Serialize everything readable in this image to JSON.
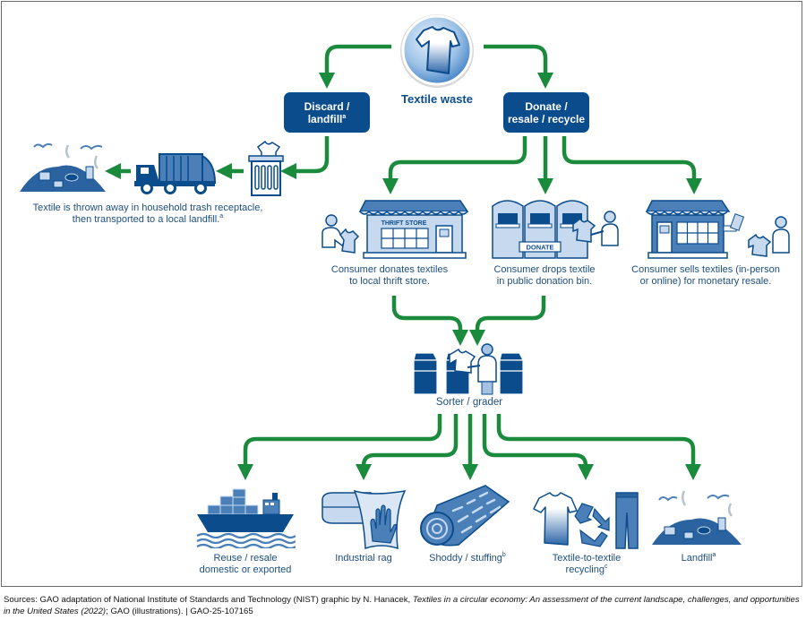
{
  "colors": {
    "box_fill": "#0b4c8c",
    "arrow_green": "#1a8a3c",
    "label_blue": "#1d4f7e",
    "icon_dark": "#0b4c8c",
    "icon_mid": "#4a7fb8",
    "icon_light": "#c7d9ee",
    "frame": "#6b6b6b"
  },
  "root": {
    "label": "Textile waste",
    "icon": "t-shirt-icon"
  },
  "discard": {
    "box_label_line1": "Discard /",
    "box_label_line2": "landfill",
    "box_label_sup": "a",
    "caption_line1": "Textile is thrown away in household trash receptacle,",
    "caption_line2": "then transported to a local landfill.",
    "caption_sup": "a",
    "icons": [
      "landfill-icon",
      "garbage-truck-icon",
      "trash-can-icon"
    ]
  },
  "donate": {
    "box_label_line1": "Donate /",
    "box_label_line2": "resale / recycle",
    "options": [
      {
        "icon": "thrift-store-icon",
        "sign": "THRIFT STORE",
        "line1": "Consumer donates textiles",
        "line2": "to local thrift store."
      },
      {
        "icon": "donation-bin-icon",
        "sign": "DONATE",
        "line1": "Consumer drops textile",
        "line2": "in public donation bin."
      },
      {
        "icon": "resale-store-icon",
        "sign": "",
        "line1": "Consumer sells textiles (in-person",
        "line2": "or online) for monetary resale."
      }
    ]
  },
  "sorter": {
    "label": "Sorter / grader",
    "icon": "sorter-icon"
  },
  "outcomes": [
    {
      "icon": "cargo-ship-icon",
      "line1": "Reuse / resale",
      "line2": "domestic or exported",
      "sup": ""
    },
    {
      "icon": "rag-icon",
      "line1": "Industrial rag",
      "line2": "",
      "sup": ""
    },
    {
      "icon": "shoddy-roll-icon",
      "line1": "Shoddy / stuffing",
      "line2": "",
      "sup": "b"
    },
    {
      "icon": "recycling-icon",
      "line1": "Textile-to-textile",
      "line2": "recycling",
      "sup": "c"
    },
    {
      "icon": "landfill-icon",
      "line1": "Landfill",
      "line2": "",
      "sup": "a"
    }
  ],
  "source": {
    "prefix": "Sources: GAO adaptation of National Institute of Standards and Technology (NIST) graphic by N. Hanacek, ",
    "title_italic": "Textiles in a circular economy: An assessment of the current landscape, challenges, and opportunities in the United States (2022)",
    "suffix": "; GAO (illustrations).  |  GAO-25-107165"
  }
}
